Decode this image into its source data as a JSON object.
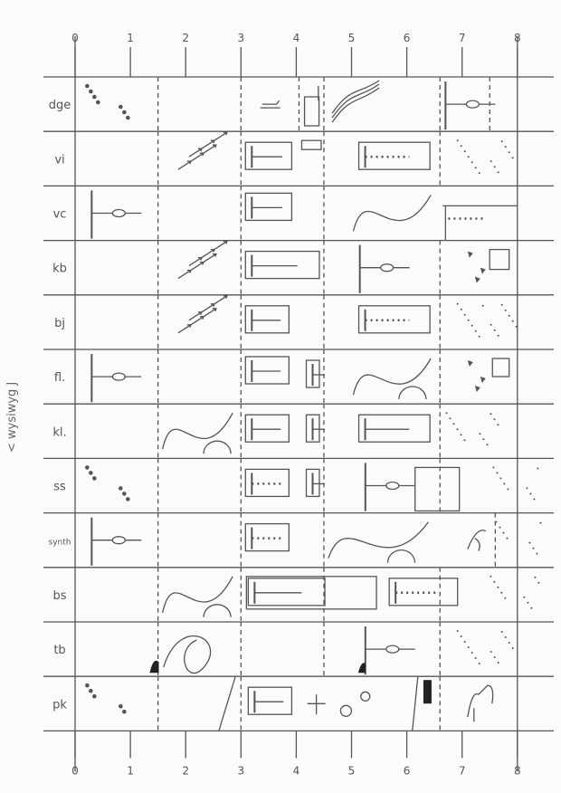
{
  "axis_top": [
    "0",
    "1",
    "2",
    "3",
    "4",
    "5",
    "6",
    "7",
    "8"
  ],
  "axis_bottom": [
    "0",
    "1",
    "2",
    "3",
    "4",
    "5",
    "6",
    "7",
    "8"
  ],
  "rows": [
    "dge",
    "vi",
    "vc",
    "kb",
    "bj",
    "fl.",
    "kl.",
    "ss",
    "synth",
    "bs",
    "tb",
    "pk"
  ],
  "side_label": "< wysiwyg J",
  "colors": {
    "ink": "#555555",
    "paper": "#fbfbf9"
  }
}
